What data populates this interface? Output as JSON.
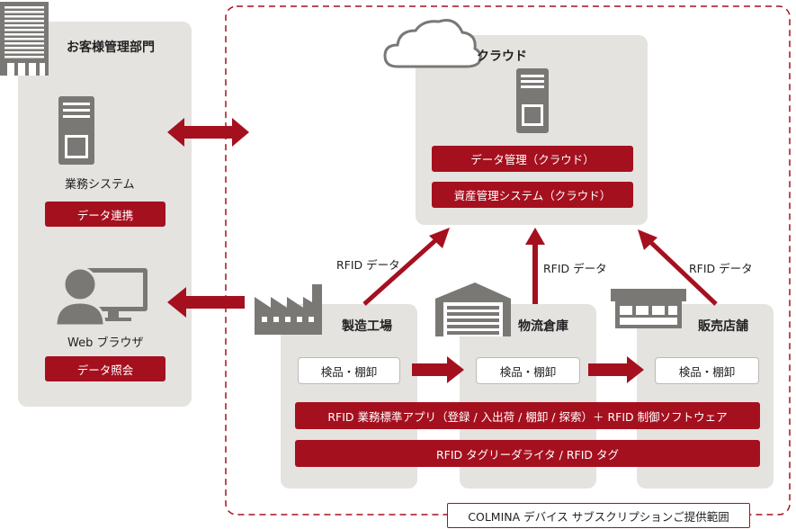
{
  "customer": {
    "title": "お客様管理部門",
    "business_system_label": "業務システム",
    "data_link_label": "データ連携",
    "browser_label": "Web ブラウザ",
    "data_lookup_label": "データ照会"
  },
  "cloud": {
    "title": "クラウド",
    "data_mgmt_label": "データ管理（クラウド）",
    "asset_mgmt_label": "資産管理システム（クラウド）"
  },
  "sites": [
    {
      "name": "製造工場",
      "inspection_label": "検品・棚卸"
    },
    {
      "name": "物流倉庫",
      "inspection_label": "検品・棚卸"
    },
    {
      "name": "販売店舗",
      "inspection_label": "検品・棚卸"
    }
  ],
  "rfid_arrow_labels": [
    "RFID データ",
    "RFID データ",
    "RFID データ"
  ],
  "bars": {
    "app_label": "RFID 業務標準アプリ（登録 / 入出荷 / 棚卸 / 探索）＋ RFID 制御ソフトウェア",
    "tag_label": "RFID タグリーダライタ / RFID タグ"
  },
  "scope_caption": "COLMINA デバイス サブスクリプションご提供範囲",
  "colors": {
    "accent": "#a5101f",
    "panel": "#e5e3e0",
    "icon": "#7a7875",
    "dashed_border": "#a5101f"
  }
}
